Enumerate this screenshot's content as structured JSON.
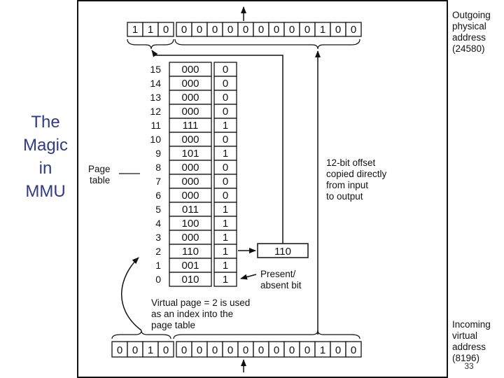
{
  "slide": {
    "title_lines": [
      "The",
      "Magic",
      "in",
      "MMU"
    ],
    "slide_number": "33",
    "accent_color": "#2e3a8c"
  },
  "diagram": {
    "outgoing_bits": [
      "1",
      "1",
      "0",
      "0",
      "0",
      "0",
      "0",
      "0",
      "0",
      "0",
      "0",
      "0",
      "1",
      "0",
      "0"
    ],
    "incoming_bits": [
      "0",
      "0",
      "1",
      "0",
      "0",
      "0",
      "0",
      "0",
      "0",
      "0",
      "0",
      "0",
      "0",
      "1",
      "0",
      "0"
    ],
    "page_table": [
      {
        "index": "15",
        "frame": "000",
        "present": "0"
      },
      {
        "index": "14",
        "frame": "000",
        "present": "0"
      },
      {
        "index": "13",
        "frame": "000",
        "present": "0"
      },
      {
        "index": "12",
        "frame": "000",
        "present": "0"
      },
      {
        "index": "11",
        "frame": "111",
        "present": "1"
      },
      {
        "index": "10",
        "frame": "000",
        "present": "0"
      },
      {
        "index": "9",
        "frame": "101",
        "present": "1"
      },
      {
        "index": "8",
        "frame": "000",
        "present": "0"
      },
      {
        "index": "7",
        "frame": "000",
        "present": "0"
      },
      {
        "index": "6",
        "frame": "000",
        "present": "0"
      },
      {
        "index": "5",
        "frame": "011",
        "present": "1"
      },
      {
        "index": "4",
        "frame": "100",
        "present": "1"
      },
      {
        "index": "3",
        "frame": "000",
        "present": "1"
      },
      {
        "index": "2",
        "frame": "110",
        "present": "1"
      },
      {
        "index": "1",
        "frame": "001",
        "present": "1"
      },
      {
        "index": "0",
        "frame": "010",
        "present": "1"
      }
    ],
    "frame_box_value": "110",
    "outgoing_label": [
      "Outgoing",
      "physical",
      "address",
      "(24580)"
    ],
    "incoming_label": [
      "Incoming",
      "virtual",
      "address",
      "(8196)"
    ],
    "page_table_label": [
      "Page",
      "table"
    ],
    "offset_label": [
      "12-bit offset",
      "copied directly",
      "from input",
      "to output"
    ],
    "present_label": [
      "Present/",
      "absent bit"
    ],
    "virtual_page_label": [
      "Virtual page = 2 is used",
      "as an index into the",
      "page table"
    ]
  }
}
